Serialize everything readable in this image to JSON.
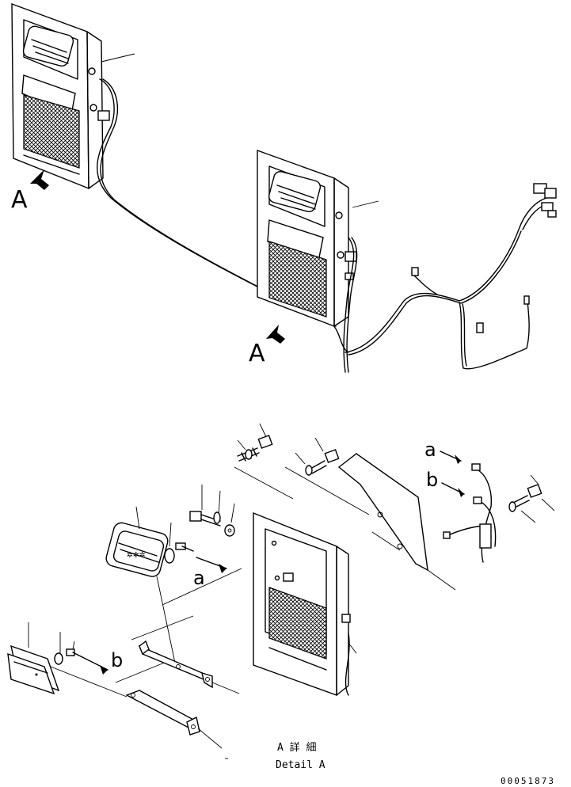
{
  "labels": {
    "view_a_1": "A",
    "view_a_2": "A",
    "detail_a_jp": "A 詳 細",
    "detail_a_en": "Detail A",
    "callout_a_left": "a",
    "callout_b_left": "b",
    "callout_a_right": "a",
    "callout_b_right": "b",
    "drawing_number": "00051873"
  }
}
